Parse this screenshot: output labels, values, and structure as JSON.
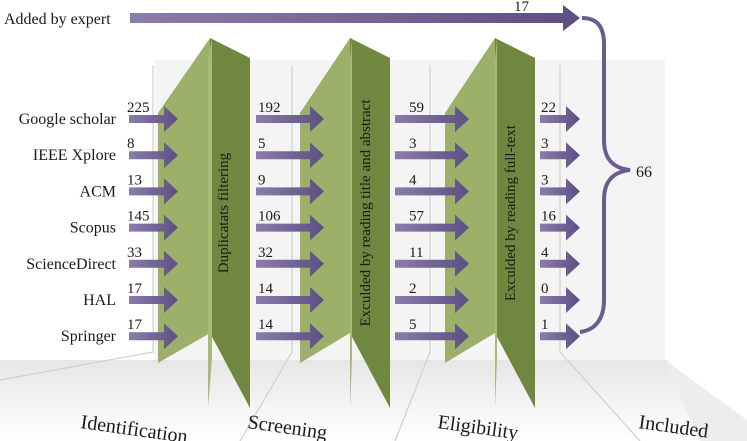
{
  "top_source": {
    "label": "Added by expert",
    "count": "17"
  },
  "sources": [
    {
      "label": "Google scholar",
      "identification": "225",
      "screening": "192",
      "eligibility": "59",
      "included": "22"
    },
    {
      "label": "IEEE Xplore",
      "identification": "8",
      "screening": "5",
      "eligibility": "3",
      "included": "3"
    },
    {
      "label": "ACM",
      "identification": "13",
      "screening": "9",
      "eligibility": "4",
      "included": "3"
    },
    {
      "label": "Scopus",
      "identification": "145",
      "screening": "106",
      "eligibility": "57",
      "included": "16"
    },
    {
      "label": "ScienceDirect",
      "identification": "33",
      "screening": "32",
      "eligibility": "11",
      "included": "4"
    },
    {
      "label": "HAL",
      "identification": "17",
      "screening": "14",
      "eligibility": "2",
      "included": "0"
    },
    {
      "label": "Springer",
      "identification": "17",
      "screening": "14",
      "eligibility": "5",
      "included": "1"
    }
  ],
  "filters": [
    {
      "label": "Duplicatats filtering"
    },
    {
      "label": "Exculded by reading title and abstract"
    },
    {
      "label": "Exculded by reading full-text"
    }
  ],
  "total": "66",
  "stages": [
    "Identification",
    "Screening",
    "Eligibility",
    "Included"
  ],
  "colors": {
    "arrow": "#6b5b8f",
    "arrow_dark": "#4f4270",
    "wall_front": "#8aa25a",
    "wall_side": "#5c7332",
    "brace": "#6b5b8f"
  }
}
